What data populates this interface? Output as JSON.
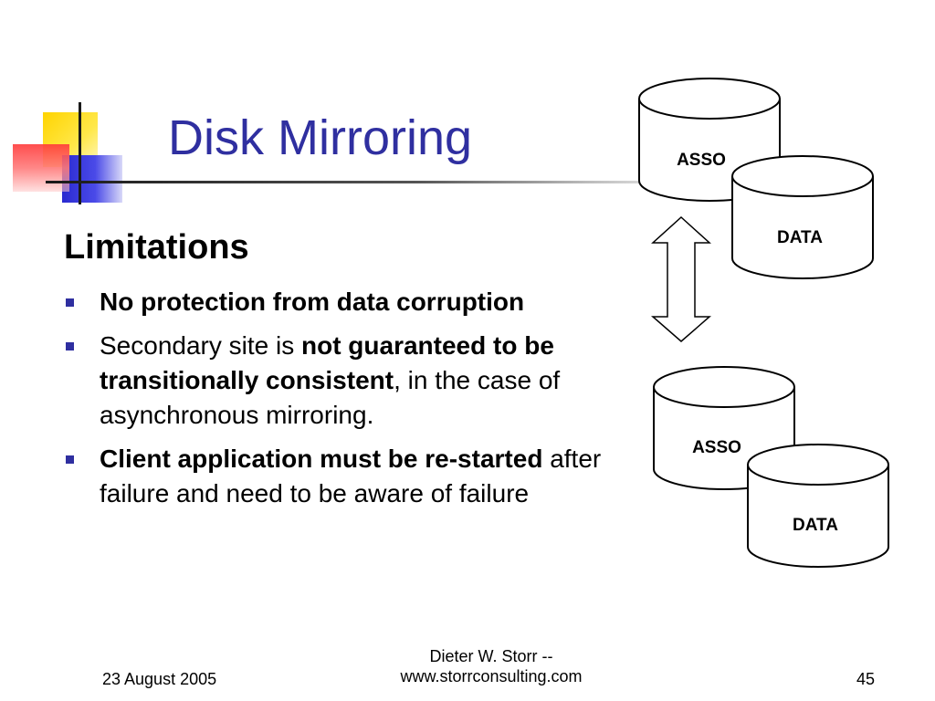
{
  "slide": {
    "title": "Disk Mirroring",
    "subtitle": "Limitations",
    "bullets": [
      {
        "bold": "No protection from data corruption"
      },
      {
        "pre": "Secondary site is ",
        "bold": "not guaranteed to be transitionally consistent",
        "post": ", in the case of asynchronous mirroring."
      },
      {
        "bold": "Client application must be re-started",
        "post": " after failure and need to be aware of failure"
      }
    ]
  },
  "diagram": {
    "primary": {
      "asso_label": "ASSO",
      "data_label": "DATA"
    },
    "secondary": {
      "asso_label": "ASSO",
      "data_label": "DATA"
    }
  },
  "footer": {
    "date": "23 August 2005",
    "author_line1": "Dieter W. Storr --",
    "author_line2": "www.storrconsulting.com",
    "page_number": "45"
  },
  "colors": {
    "title": "#2f2fa0",
    "bullet_marker": "#2f2fa0",
    "logo_yellow": "#ffd400",
    "logo_red": "#ff3a3a",
    "logo_blue": "#2a2ad0"
  }
}
